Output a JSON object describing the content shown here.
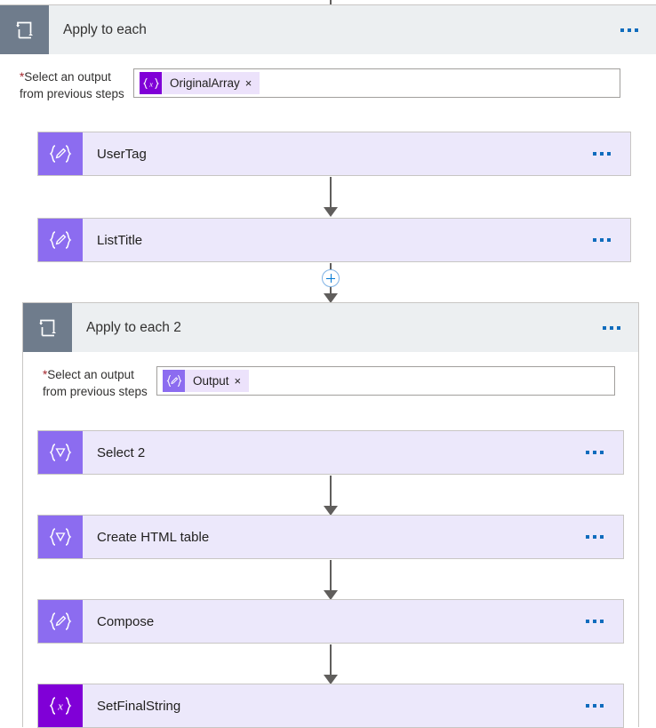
{
  "outer_loop": {
    "title": "Apply to each",
    "icon": "loop-icon",
    "menu": "more-commands",
    "field": {
      "label_line1": "Select an output",
      "label_line2": "from previous steps",
      "required_marker": "*",
      "token": {
        "icon": "variable-icon",
        "glyph": "{x}",
        "text": "OriginalArray",
        "remove": "×"
      }
    },
    "actions": [
      {
        "name": "UserTag",
        "icon": "compose-icon",
        "glyph": "{╱}",
        "kind": "compose"
      },
      {
        "name": "ListTitle",
        "icon": "compose-icon",
        "glyph": "{╱}",
        "kind": "compose"
      }
    ]
  },
  "inner_loop": {
    "title": "Apply to each 2",
    "icon": "loop-icon",
    "menu": "more-commands",
    "field": {
      "label_line1": "Select an output",
      "label_line2": "from previous steps",
      "required_marker": "*",
      "token": {
        "icon": "compose-icon",
        "glyph": "{╱}",
        "text": "Output",
        "remove": "×"
      }
    },
    "actions": [
      {
        "name": "Select 2",
        "icon": "select-icon",
        "glyph": "{▽}",
        "kind": "select"
      },
      {
        "name": "Create HTML table",
        "icon": "select-icon",
        "glyph": "{▽}",
        "kind": "select"
      },
      {
        "name": "Compose",
        "icon": "compose-icon",
        "glyph": "{╱}",
        "kind": "compose"
      },
      {
        "name": "SetFinalString",
        "icon": "variable-icon",
        "glyph": "{x}",
        "kind": "variable"
      }
    ]
  },
  "insert_button": {
    "label": "insert-new-step",
    "glyph": "+"
  },
  "colors": {
    "scope_header": "#eceff1",
    "scope_icon": "#6f7c8c",
    "card_body": "#ece8fb",
    "card_icon": "#8c6cf0",
    "card_icon_variable": "#8000d7",
    "accent_blue": "#0f6cbd",
    "insert_blue": "#0078d4",
    "required_red": "#a4262c",
    "arrow_gray": "#605e5c",
    "border_gray": "#c8c6c4"
  }
}
